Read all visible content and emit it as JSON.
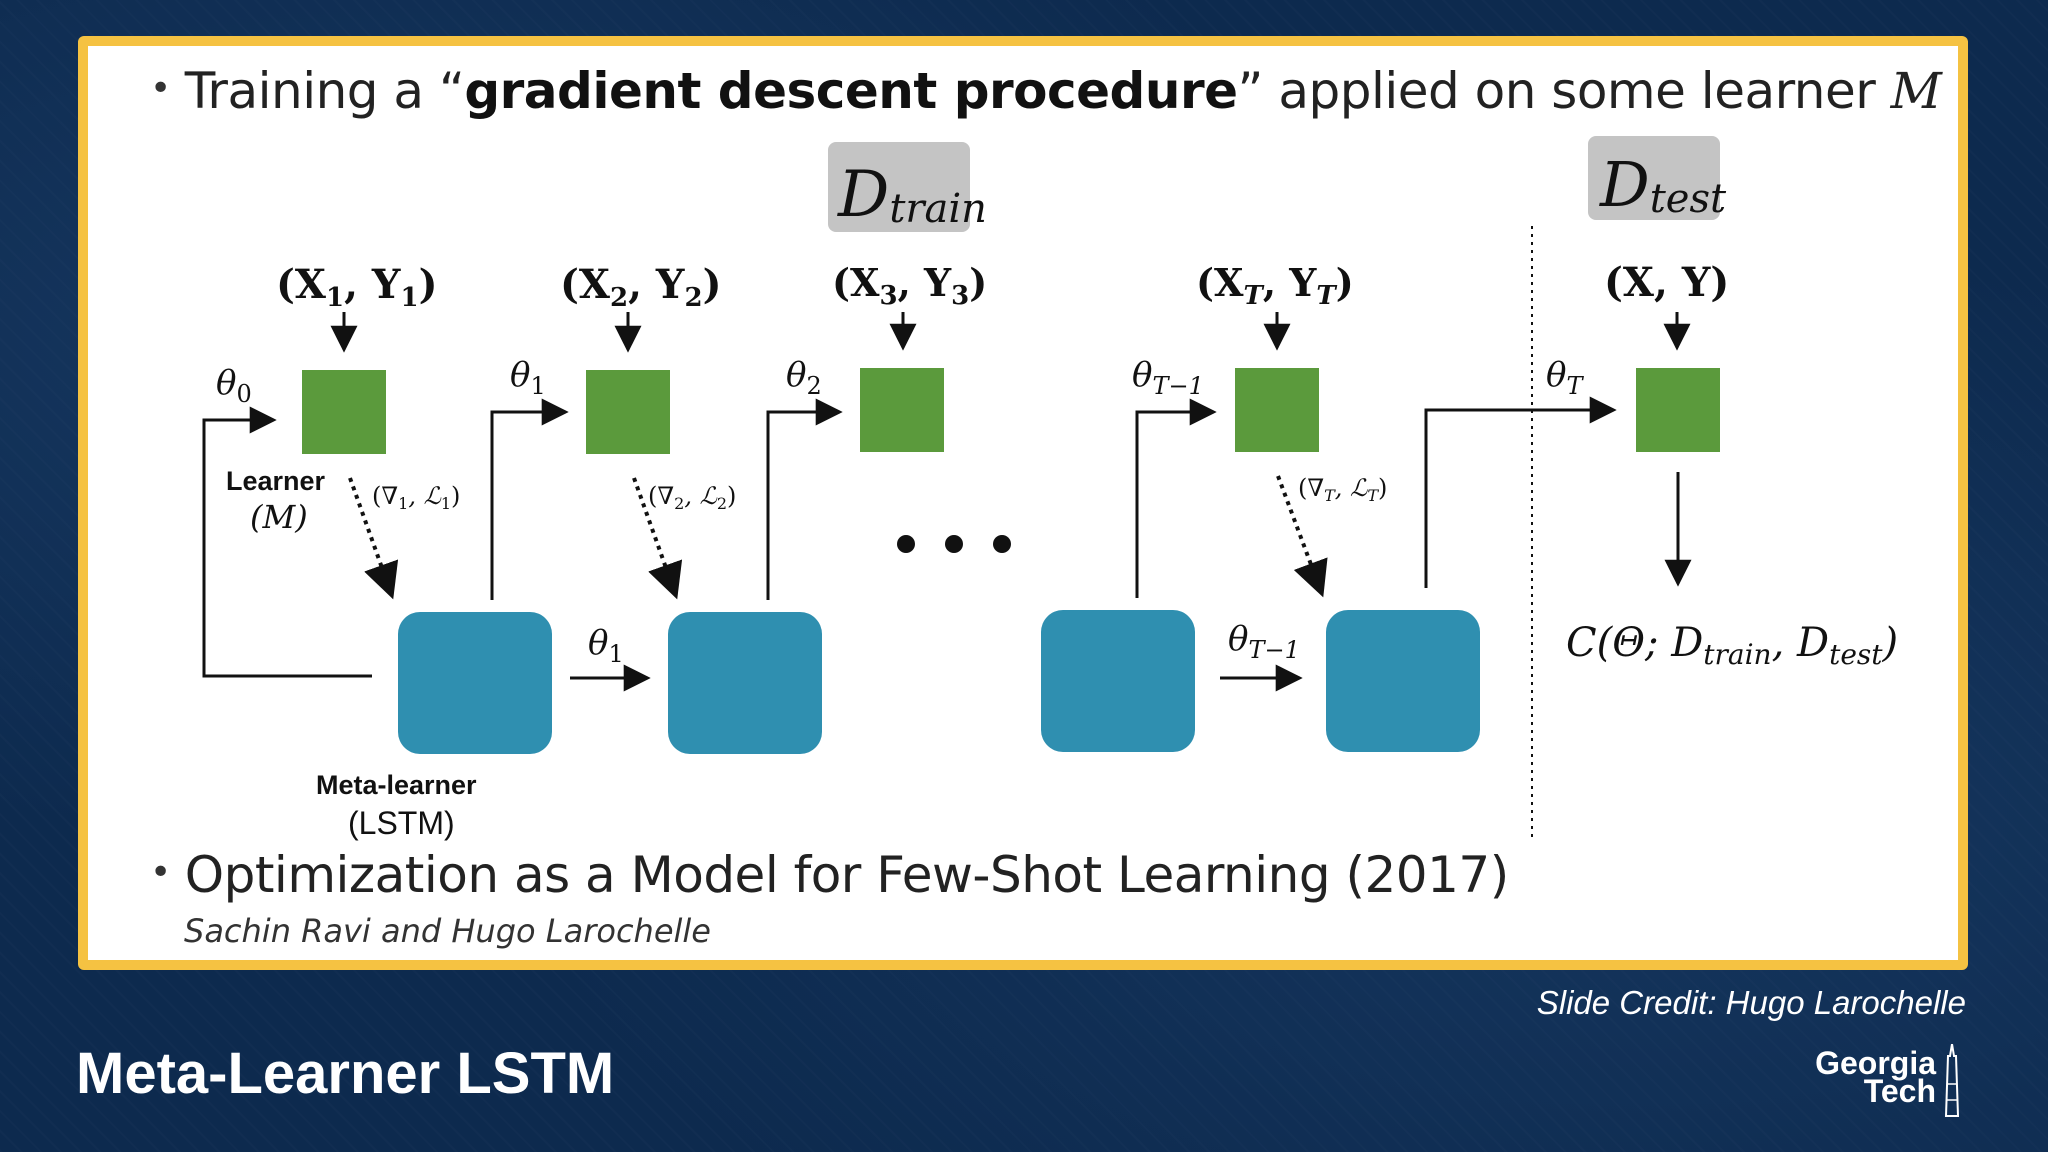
{
  "slide": {
    "bullet1": {
      "prefix": "Training a “",
      "bold": "gradient descent procedure",
      "suffix": "” applied on some learner ",
      "math": "M"
    },
    "bullet2": "Optimization as a Model for Few-Shot Learning (2017)",
    "authors": "Sachin Ravi and Hugo Larochelle"
  },
  "diagram": {
    "train_box": {
      "base": "D",
      "sub": "train"
    },
    "test_box": {
      "base": "D",
      "sub": "test"
    },
    "inputs": [
      {
        "open": "(X",
        "sub1": "1",
        "mid": ", Y",
        "sub2": "1",
        "close": ")"
      },
      {
        "open": "(X",
        "sub1": "2",
        "mid": ", Y",
        "sub2": "2",
        "close": ")"
      },
      {
        "open": "(X",
        "sub1": "3",
        "mid": ", Y",
        "sub2": "3",
        "close": ")"
      },
      {
        "open": "(X",
        "sub1": "T",
        "mid": ", Y",
        "sub2": "T",
        "close": ")"
      },
      {
        "text": "(X, Y)"
      }
    ],
    "thetas_top": [
      {
        "base": "θ",
        "sub": "0"
      },
      {
        "base": "θ",
        "sub": "1"
      },
      {
        "base": "θ",
        "sub": "2"
      },
      {
        "base": "θ",
        "sub": "T−1"
      },
      {
        "base": "θ",
        "sub": "T"
      }
    ],
    "gradients": [
      {
        "open": "(∇",
        "sub1": "1",
        "mid": ", ℒ",
        "sub2": "1",
        "close": ")"
      },
      {
        "open": "(∇",
        "sub1": "2",
        "mid": ", ℒ",
        "sub2": "2",
        "close": ")"
      },
      {
        "open": "(∇",
        "sub1": "T",
        "mid": ", ℒ",
        "sub2": "T",
        "close": ")"
      }
    ],
    "thetas_bottom": [
      {
        "base": "θ",
        "sub": "1"
      },
      {
        "base": "θ",
        "sub": "T−1"
      }
    ],
    "learner_label": "Learner",
    "learner_sub": "(M)",
    "meta_label": "Meta-learner",
    "meta_sub": "(LSTM)",
    "cost": {
      "pre": "C(Θ; D",
      "sub1": "train",
      "mid": ", D",
      "sub2": "test",
      "close": ")"
    },
    "ellipsis_icon": "ellipsis-dots",
    "colors": {
      "learner": "#5b9a3c",
      "meta": "#2f8fb0",
      "dbox": "#c4c4c4",
      "frame": "#f5c242",
      "background": "#0d2a4e"
    }
  },
  "footer": {
    "title": "Meta-Learner LSTM",
    "credit": "Slide Credit: Hugo Larochelle",
    "logo_line1": "Georgia",
    "logo_line2": "Tech",
    "logo_icon": "tower-icon"
  }
}
